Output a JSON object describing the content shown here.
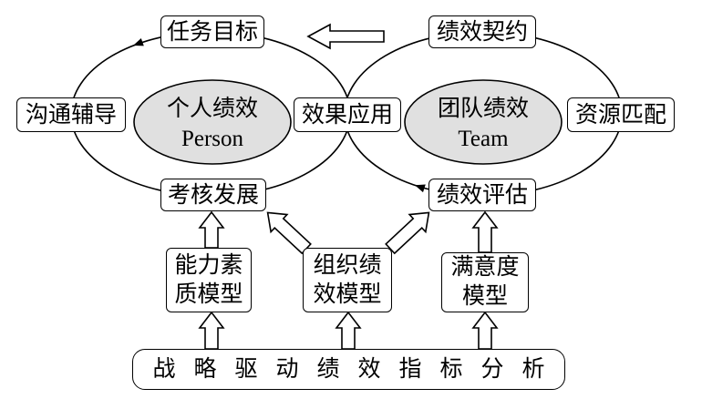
{
  "loops": {
    "left": {
      "core": {
        "label": "个人绩效",
        "sublabel": "Person"
      },
      "nodes": {
        "top": "任务目标",
        "left": "沟通辅导",
        "bottom": "考核发展"
      }
    },
    "shared_node": "效果应用",
    "right": {
      "core": {
        "label": "团队绩效",
        "sublabel": "Team"
      },
      "nodes": {
        "top": "绩效契约",
        "right": "资源匹配",
        "bottom": "绩效评估"
      }
    }
  },
  "models": {
    "competency": {
      "lines": [
        "能力素",
        "质模型"
      ]
    },
    "org_performance": {
      "lines": [
        "组织绩",
        "效模型"
      ]
    },
    "satisfaction": {
      "lines": [
        "满意度",
        "模型"
      ]
    }
  },
  "foundation": "战略驱动绩效指标分析",
  "colors": {
    "core_fill": "#e0e0e0"
  }
}
